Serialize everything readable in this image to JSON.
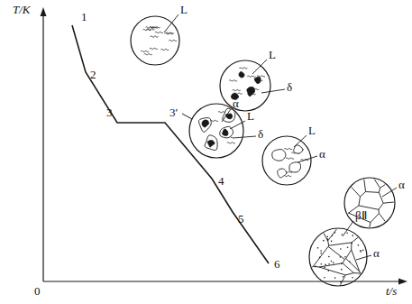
{
  "diagram": {
    "labels": [
      "T/K",
      "t/s",
      "0",
      "1",
      "2",
      "3",
      "3′",
      "4",
      "5",
      "6",
      "L",
      "L",
      "δ",
      "α",
      "L",
      "δ",
      "L",
      "α",
      "α",
      "βⅡ",
      "α"
    ]
  }
}
